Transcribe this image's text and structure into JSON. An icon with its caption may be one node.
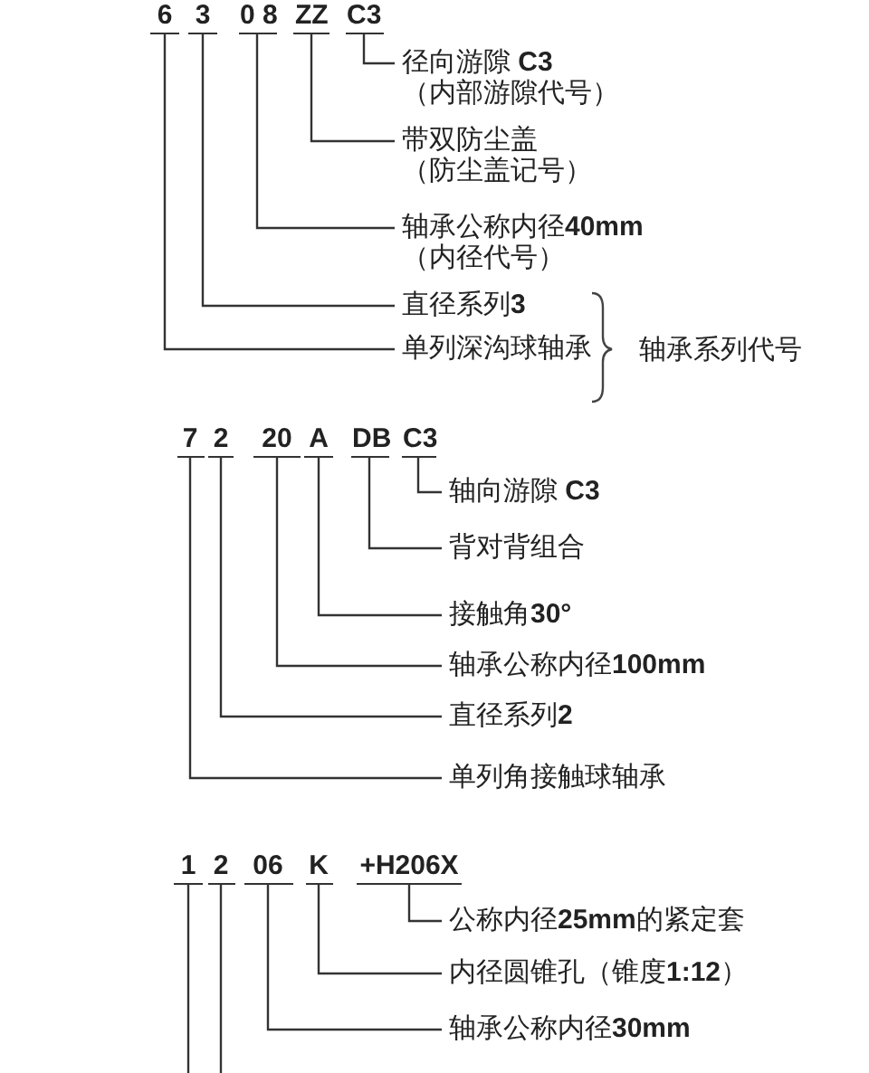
{
  "diagram": {
    "nodes": [
      {
        "text": [
          "6"
        ]
      },
      {
        "text": [
          "3"
        ]
      },
      {
        "text": [
          "0 8"
        ]
      },
      {
        "text": [
          "ZZ"
        ]
      },
      {
        "text": [
          "C3"
        ]
      },
      {
        "text": [
          "径向游隙 **C3**",
          "（内部游隙代号）"
        ]
      },
      {
        "text": [
          "带双防尘盖",
          "（防尘盖记号）"
        ]
      },
      {
        "text": [
          "轴承公称内径**40mm**",
          "（内径代号）"
        ]
      },
      {
        "text": [
          "直径系列**3**"
        ]
      },
      {
        "text": [
          "单列深沟球轴承"
        ]
      },
      {
        "text": [
          "7"
        ]
      },
      {
        "text": [
          "2"
        ]
      },
      {
        "text": [
          "20"
        ]
      },
      {
        "text": [
          "A"
        ]
      },
      {
        "text": [
          "DB"
        ]
      },
      {
        "text": [
          "C3"
        ]
      },
      {
        "text": [
          "轴向游隙 **C3**"
        ]
      },
      {
        "text": [
          "背对背组合"
        ]
      },
      {
        "text": [
          "接触角**30°**"
        ]
      },
      {
        "text": [
          "轴承公称内径**100mm**"
        ]
      },
      {
        "text": [
          "直径系列**2**"
        ]
      },
      {
        "text": [
          "单列角接触球轴承"
        ]
      },
      {
        "text": [
          "1"
        ]
      },
      {
        "text": [
          "2"
        ]
      },
      {
        "text": [
          "06"
        ]
      },
      {
        "text": [
          "K"
        ]
      },
      {
        "text": [
          "+H206X"
        ]
      },
      {
        "text": [
          "公称内径**25mm**的紧定套"
        ]
      },
      {
        "text": [
          "内径圆锥孔（锥度**1:12**）"
        ]
      },
      {
        "text": [
          "轴承公称内径**30mm**"
        ]
      }
    ],
    "edges": [
      {
        "from": 4,
        "to": 5,
        "arrow": "none"
      },
      {
        "from": 3,
        "to": 6,
        "arrow": "none"
      },
      {
        "from": 2,
        "to": 7,
        "arrow": "none"
      },
      {
        "from": 1,
        "to": 8,
        "arrow": "none"
      },
      {
        "from": 0,
        "to": 9,
        "arrow": "none"
      },
      {
        "from": 15,
        "to": 16,
        "arrow": "none"
      },
      {
        "from": 14,
        "to": 17,
        "arrow": "none"
      },
      {
        "from": 13,
        "to": 18,
        "arrow": "none"
      },
      {
        "from": 12,
        "to": 19,
        "arrow": "none"
      },
      {
        "from": 11,
        "to": 20,
        "arrow": "none"
      },
      {
        "from": 10,
        "to": 21,
        "arrow": "none"
      },
      {
        "from": 26,
        "to": 27,
        "arrow": "none"
      },
      {
        "from": 25,
        "to": 28,
        "arrow": "none"
      },
      {
        "from": 24,
        "to": 29,
        "arrow": "none"
      },
      {
        "from": 23,
        "to": null,
        "arrow": "none"
      },
      {
        "from": 22,
        "to": null,
        "arrow": "none"
      }
    ],
    "labels": [
      "轴承系列代号"
    ]
  }
}
